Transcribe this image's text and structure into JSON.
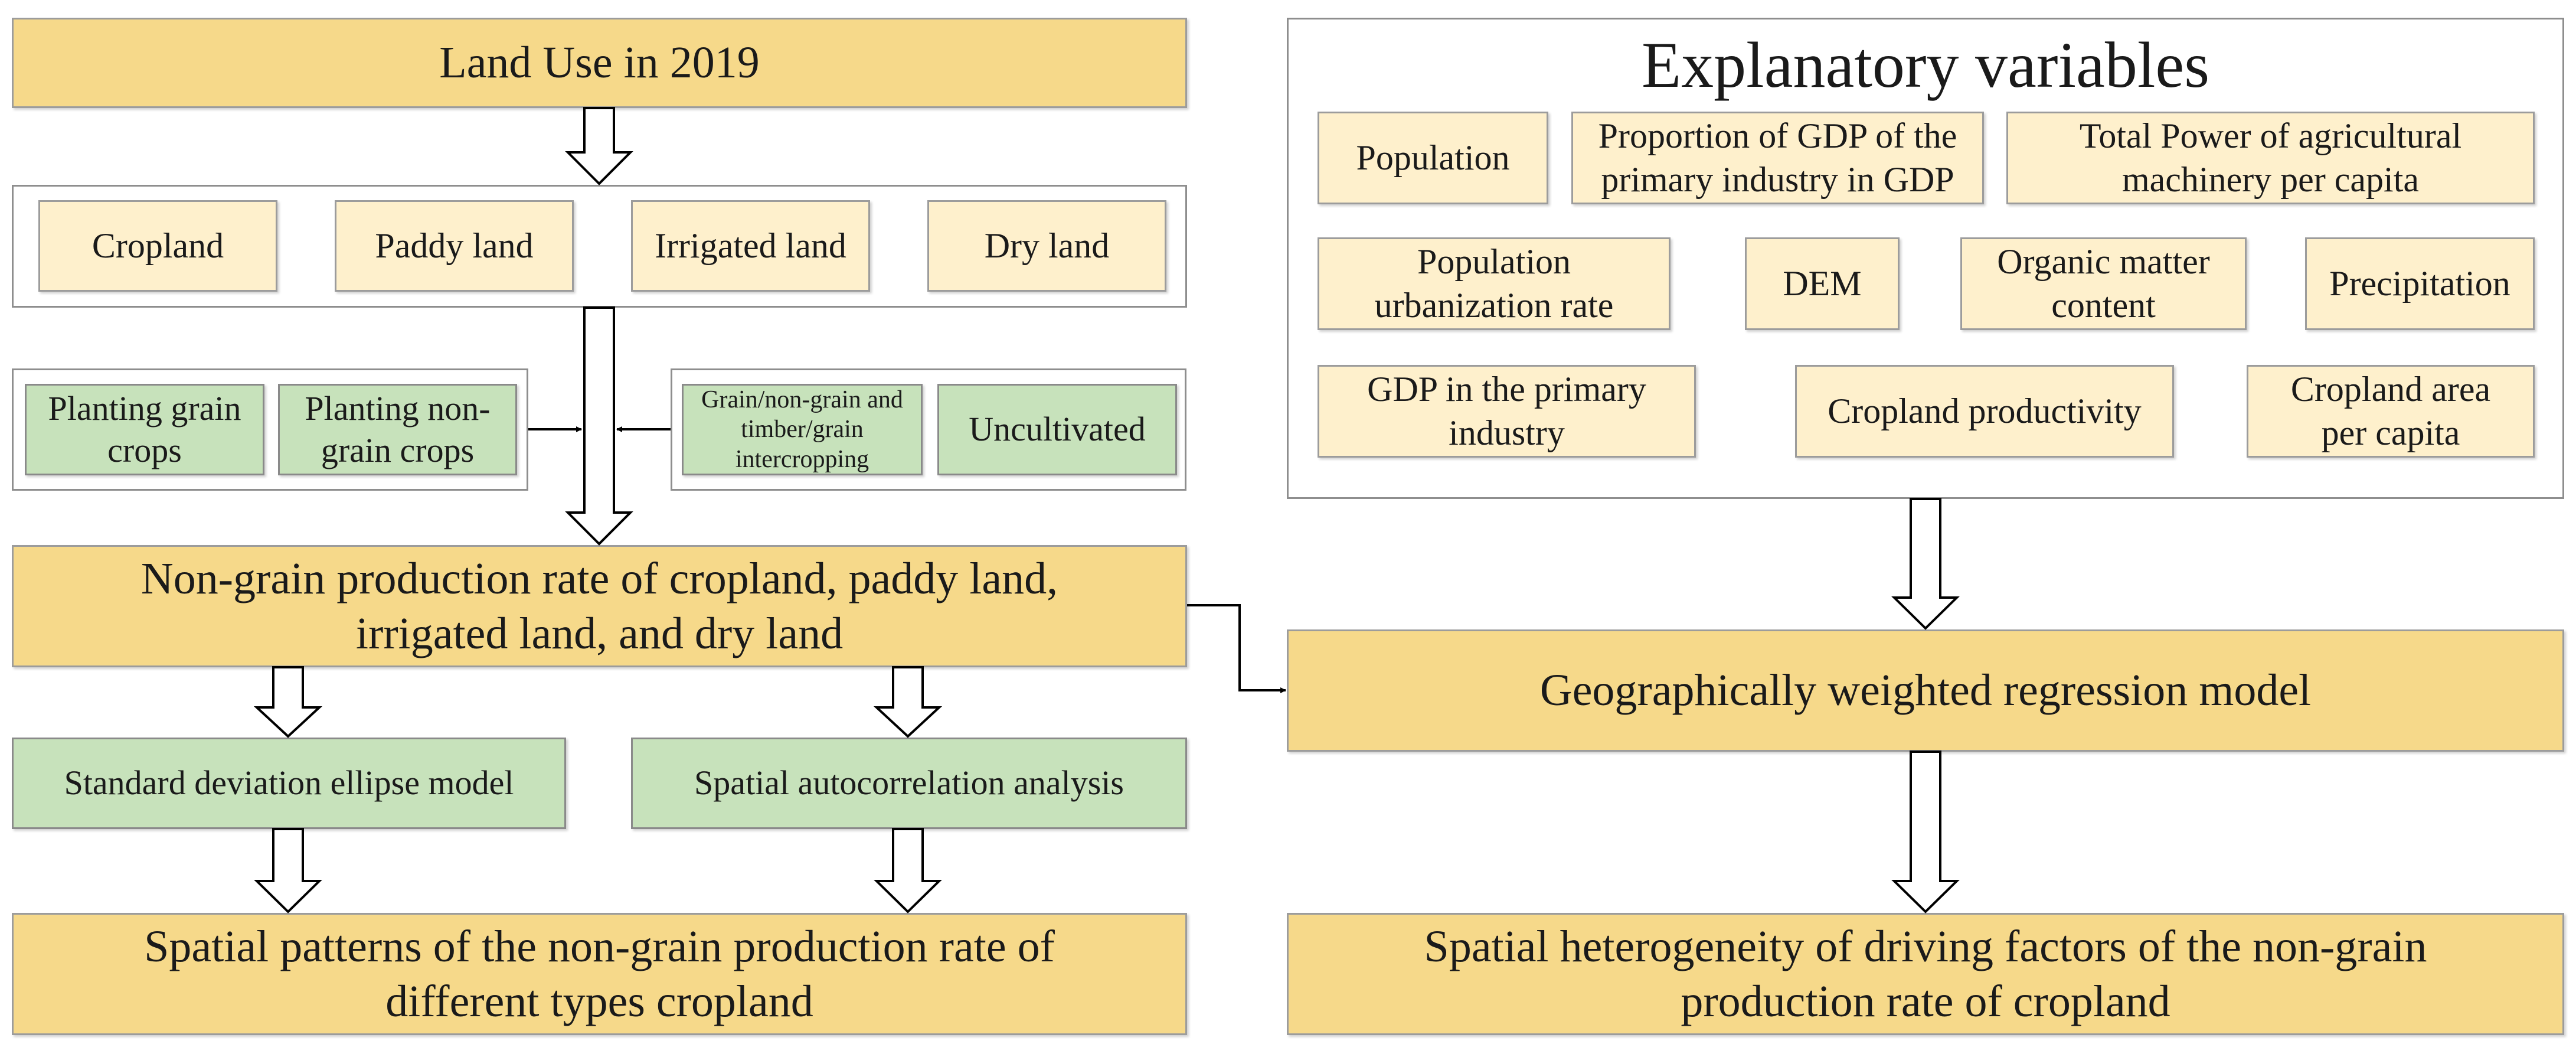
{
  "left": {
    "land_use_title": "Land Use in 2019",
    "land_types": [
      "Cropland",
      "Paddy land",
      "Irrigated land",
      "Dry land"
    ],
    "planting": [
      "Planting grain crops",
      "Planting non-grain crops"
    ],
    "other": [
      "Grain/non-grain and timber/grain intercropping",
      "Uncultivated"
    ],
    "non_grain_rate": "Non-grain production rate of cropland, paddy land, irrigated land, and dry land",
    "ellipse_model": "Standard deviation ellipse model",
    "autocorrelation": "Spatial autocorrelation analysis",
    "spatial_patterns": "Spatial patterns of the non-grain production rate of different types cropland"
  },
  "right": {
    "explanatory_title": "Explanatory variables",
    "variables": [
      "Population",
      "Proportion of GDP of the primary industry in GDP",
      "Total Power of agricultural machinery per capita",
      "Population urbanization rate",
      "DEM",
      "Organic matter content",
      "Precipitation",
      "GDP in the primary industry",
      "Cropland productivity",
      "Cropland area per capita"
    ],
    "gwr_model": "Geographically weighted regression model",
    "heterogeneity": "Spatial heterogeneity of driving factors of the non-grain production rate of cropland"
  },
  "colors": {
    "gold": "#f6d98a",
    "cream": "#fef0cc",
    "green": "#c7e2bb",
    "border": "#9c9c9c"
  }
}
